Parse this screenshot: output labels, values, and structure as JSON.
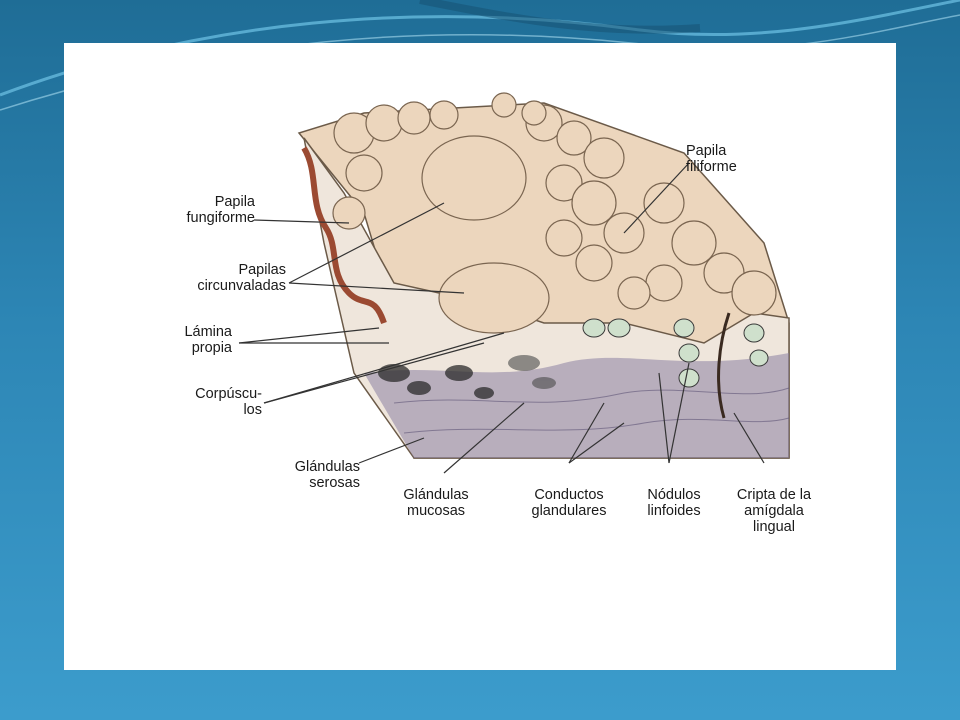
{
  "labels": {
    "papila_fungiforme": [
      "Papila",
      "fungiforme"
    ],
    "papilas_circunvaladas": [
      "Papilas",
      "circunvaladas"
    ],
    "lamina_propia": [
      "Lámina",
      "propia"
    ],
    "corpusculos": [
      "Corpúscu-",
      "los"
    ],
    "glandulas_serosas": [
      "Glándulas",
      "serosas"
    ],
    "glandulas_mucosas": [
      "Glándulas",
      "mucosas"
    ],
    "conductos_glandulares": [
      "Conductos",
      "glandulares"
    ],
    "nodulos_linfoides": [
      "Nódulos",
      "linfoides"
    ],
    "cripta_amigdala": [
      "Cripta de la",
      "amígdala",
      "lingual"
    ],
    "papila_filiforme": [
      "Papila",
      "filiforme"
    ]
  },
  "colors": {
    "background_dark": "#1f6d96",
    "background_light": "#3c9ccc",
    "tissue_surface": "#ecd6bd",
    "tissue_shadow": "#b49476",
    "muscle": "#7d6f94",
    "vessel": "#9b4a32",
    "lymph_nodule": "#cfe0cc",
    "leader_line": "#333333"
  }
}
